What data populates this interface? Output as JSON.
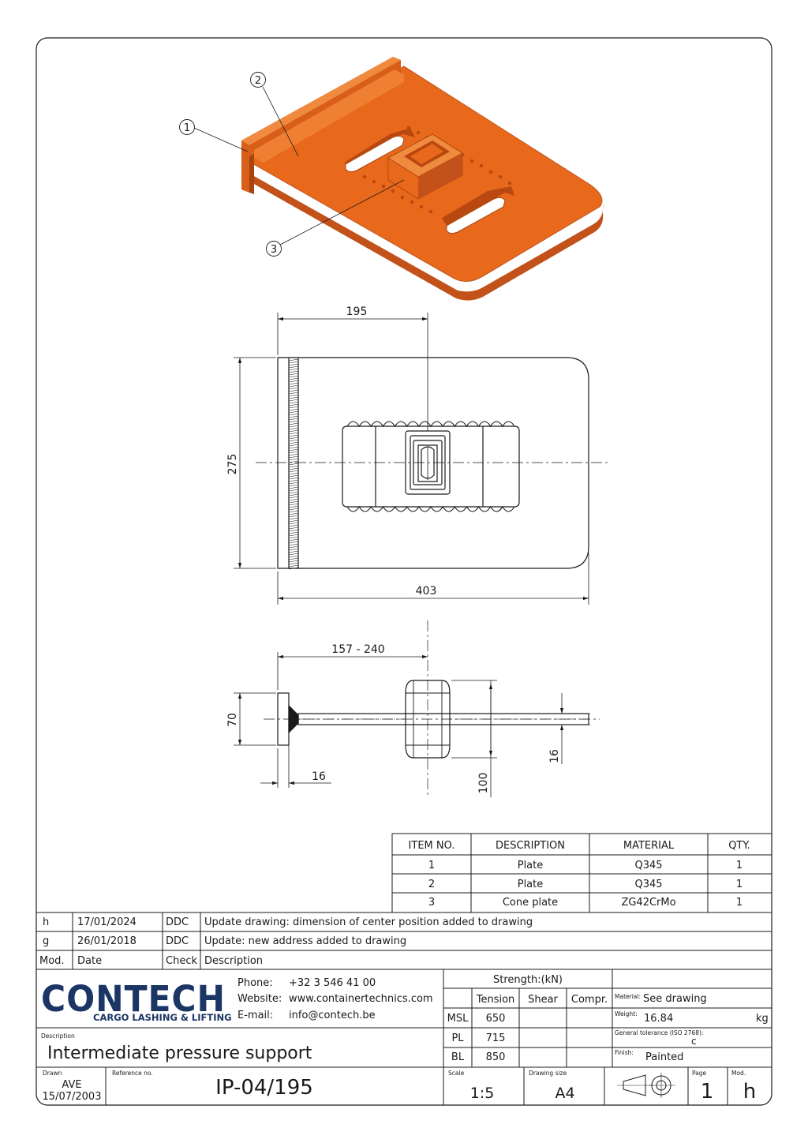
{
  "callouts": [
    "1",
    "2",
    "3"
  ],
  "dimensions": {
    "top_offset": "195",
    "height": "275",
    "length": "403",
    "range": "157 - 240",
    "flange_height": "70",
    "flange_thickness": "16",
    "rod_diameter": "16",
    "cone_height": "100"
  },
  "bom": {
    "headers": [
      "ITEM NO.",
      "DESCRIPTION",
      "MATERIAL",
      "QTY."
    ],
    "rows": [
      [
        "1",
        "Plate",
        "Q345",
        "1"
      ],
      [
        "2",
        "Plate",
        "Q345",
        "1"
      ],
      [
        "3",
        "Cone plate",
        "ZG42CrMo",
        "1"
      ]
    ]
  },
  "revisions": {
    "rows": [
      [
        "h",
        "17/01/2024",
        "DDC",
        "Update drawing: dimension of center position added to drawing"
      ],
      [
        "g",
        "26/01/2018",
        "DDC",
        "Update: new address added to drawing"
      ]
    ],
    "header": [
      "Mod.",
      "Date",
      "Check",
      "Description"
    ]
  },
  "company": {
    "logo_text": "CONTECH",
    "tagline": "CARGO LASHING & LIFTING",
    "phone_label": "Phone:",
    "phone": "+32 3 546 41 00",
    "website_label": "Website:",
    "website": "www.containertechnics.com",
    "email_label": "E-mail:",
    "email": "info@contech.be",
    "brand_color": "#1b3564"
  },
  "strength": {
    "title": "Strength:(kN)",
    "columns": [
      "Tension",
      "Shear",
      "Compr."
    ],
    "rows": [
      {
        "label": "MSL",
        "tension": "650"
      },
      {
        "label": "PL",
        "tension": "715"
      },
      {
        "label": "BL",
        "tension": "850"
      }
    ]
  },
  "properties": {
    "material_label": "Material:",
    "material": "See drawing",
    "weight_label": "Weight:",
    "weight": "16.84",
    "weight_unit": "kg",
    "tolerance_label": "General tolerance (ISO 2768):",
    "tolerance": "c",
    "finish_label": "Finish:",
    "finish": "Painted"
  },
  "description": {
    "label": "Description",
    "value": "Intermediate pressure support"
  },
  "footer": {
    "drawn_label": "Drawn",
    "drawn_by": "AVE",
    "drawn_date": "15/07/2003",
    "reference_label": "Reference no.",
    "reference": "IP-04/195",
    "scale_label": "Scale",
    "scale": "1:5",
    "size_label": "Drawing size",
    "size": "A4",
    "page_label": "Page",
    "page": "1",
    "mod_label": "Mod.",
    "mod": "h"
  },
  "colors": {
    "part": "#e8681c",
    "part_dark": "#c2521a",
    "part_light": "#f08a3e",
    "line": "#1a1a1a"
  },
  "icons": [
    "projection-symbol-icon"
  ]
}
